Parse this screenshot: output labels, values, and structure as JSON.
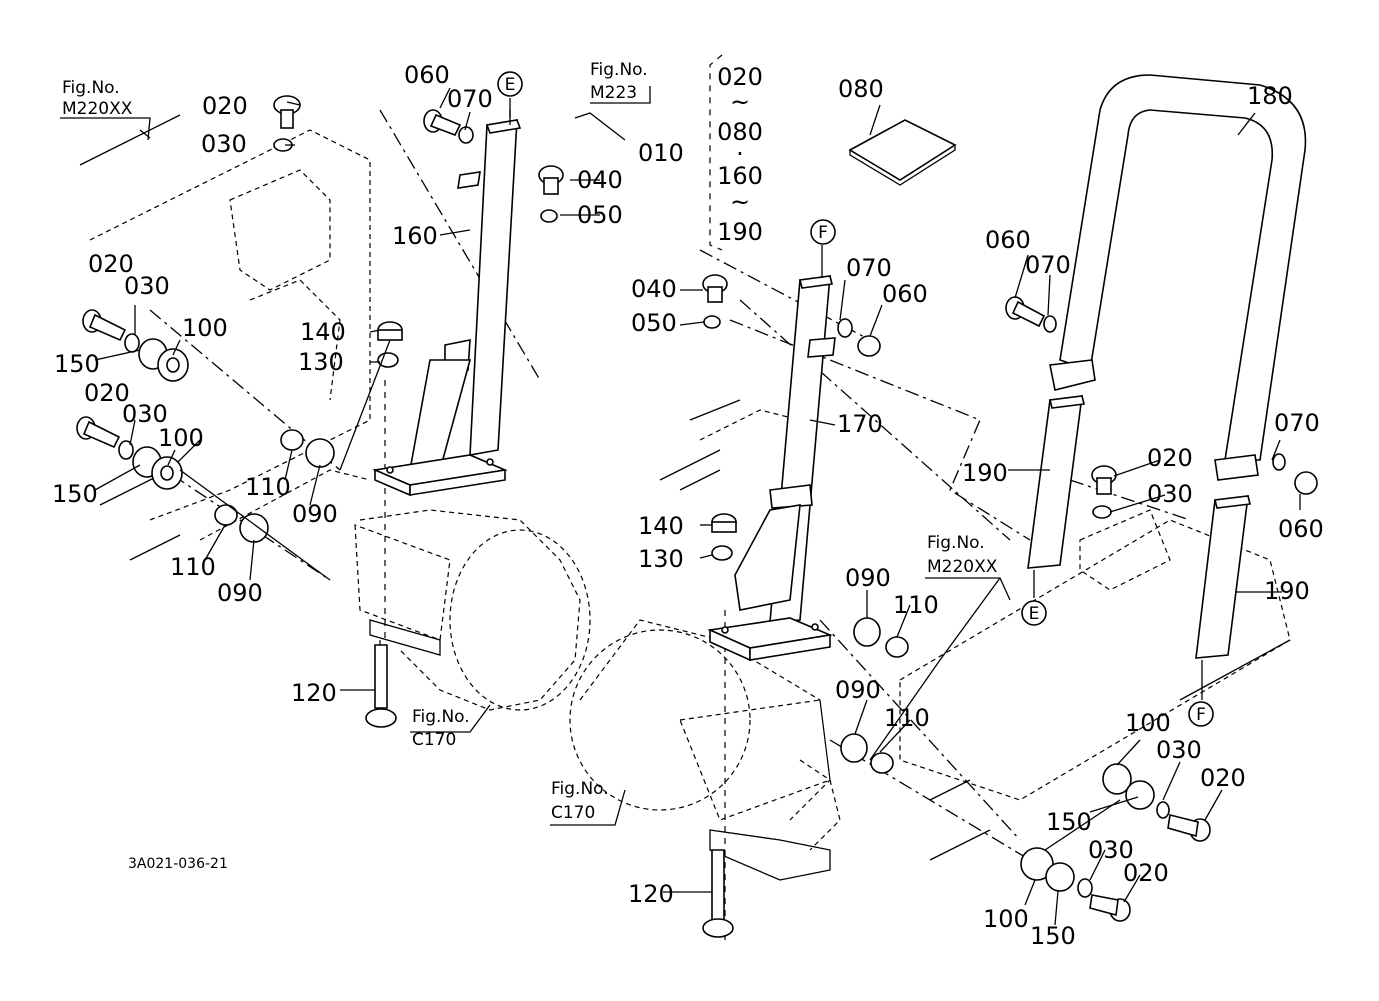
{
  "labels": {
    "fig_m220xx_left": [
      "Fig.No.",
      "M220XX"
    ],
    "fig_m223": [
      "Fig.No.",
      "M223"
    ],
    "fig_c170_left": [
      "Fig.No.",
      "C170"
    ],
    "fig_c170_center": [
      "Fig.No.",
      "C170"
    ],
    "fig_m220xx_right": [
      "Fig.No.",
      "M220XX"
    ],
    "drawing_code": "3A021-036-21",
    "kit_range": [
      "020",
      "~",
      "080",
      "·",
      "160",
      "~",
      "190"
    ],
    "ref_e": "E",
    "ref_f": "F"
  },
  "parts": [
    {
      "id": "p-020-a",
      "num": "020"
    },
    {
      "id": "p-030-a",
      "num": "030"
    },
    {
      "id": "p-060-a",
      "num": "060"
    },
    {
      "id": "p-070-a",
      "num": "070"
    },
    {
      "id": "p-010",
      "num": "010"
    },
    {
      "id": "p-040-a",
      "num": "040"
    },
    {
      "id": "p-050-a",
      "num": "050"
    },
    {
      "id": "p-160",
      "num": "160"
    },
    {
      "id": "p-080",
      "num": "080"
    },
    {
      "id": "p-180",
      "num": "180"
    },
    {
      "id": "p-020-b",
      "num": "020"
    },
    {
      "id": "p-030-b",
      "num": "030"
    },
    {
      "id": "p-100-a",
      "num": "100"
    },
    {
      "id": "p-150-a",
      "num": "150"
    },
    {
      "id": "p-140-a",
      "num": "140"
    },
    {
      "id": "p-130-a",
      "num": "130"
    },
    {
      "id": "p-020-c",
      "num": "020"
    },
    {
      "id": "p-030-c",
      "num": "030"
    },
    {
      "id": "p-100-b",
      "num": "100"
    },
    {
      "id": "p-150-b",
      "num": "150"
    },
    {
      "id": "p-110-a",
      "num": "110"
    },
    {
      "id": "p-090-a",
      "num": "090"
    },
    {
      "id": "p-110-b",
      "num": "110"
    },
    {
      "id": "p-090-b",
      "num": "090"
    },
    {
      "id": "p-040-b",
      "num": "040"
    },
    {
      "id": "p-050-b",
      "num": "050"
    },
    {
      "id": "p-070-b",
      "num": "070"
    },
    {
      "id": "p-060-b",
      "num": "060"
    },
    {
      "id": "p-060-c",
      "num": "060"
    },
    {
      "id": "p-070-c",
      "num": "070"
    },
    {
      "id": "p-170",
      "num": "170"
    },
    {
      "id": "p-190-a",
      "num": "190"
    },
    {
      "id": "p-020-d",
      "num": "020"
    },
    {
      "id": "p-030-d",
      "num": "030"
    },
    {
      "id": "p-070-d",
      "num": "070"
    },
    {
      "id": "p-060-d",
      "num": "060"
    },
    {
      "id": "p-190-b",
      "num": "190"
    },
    {
      "id": "p-140-b",
      "num": "140"
    },
    {
      "id": "p-130-b",
      "num": "130"
    },
    {
      "id": "p-090-c",
      "num": "090"
    },
    {
      "id": "p-110-c",
      "num": "110"
    },
    {
      "id": "p-120-a",
      "num": "120"
    },
    {
      "id": "p-090-d",
      "num": "090"
    },
    {
      "id": "p-110-d",
      "num": "110"
    },
    {
      "id": "p-100-c",
      "num": "100"
    },
    {
      "id": "p-030-e",
      "num": "030"
    },
    {
      "id": "p-020-e",
      "num": "020"
    },
    {
      "id": "p-150-c",
      "num": "150"
    },
    {
      "id": "p-030-f",
      "num": "030"
    },
    {
      "id": "p-020-f",
      "num": "020"
    },
    {
      "id": "p-100-d",
      "num": "100"
    },
    {
      "id": "p-150-d",
      "num": "150"
    },
    {
      "id": "p-120-b",
      "num": "120"
    }
  ]
}
